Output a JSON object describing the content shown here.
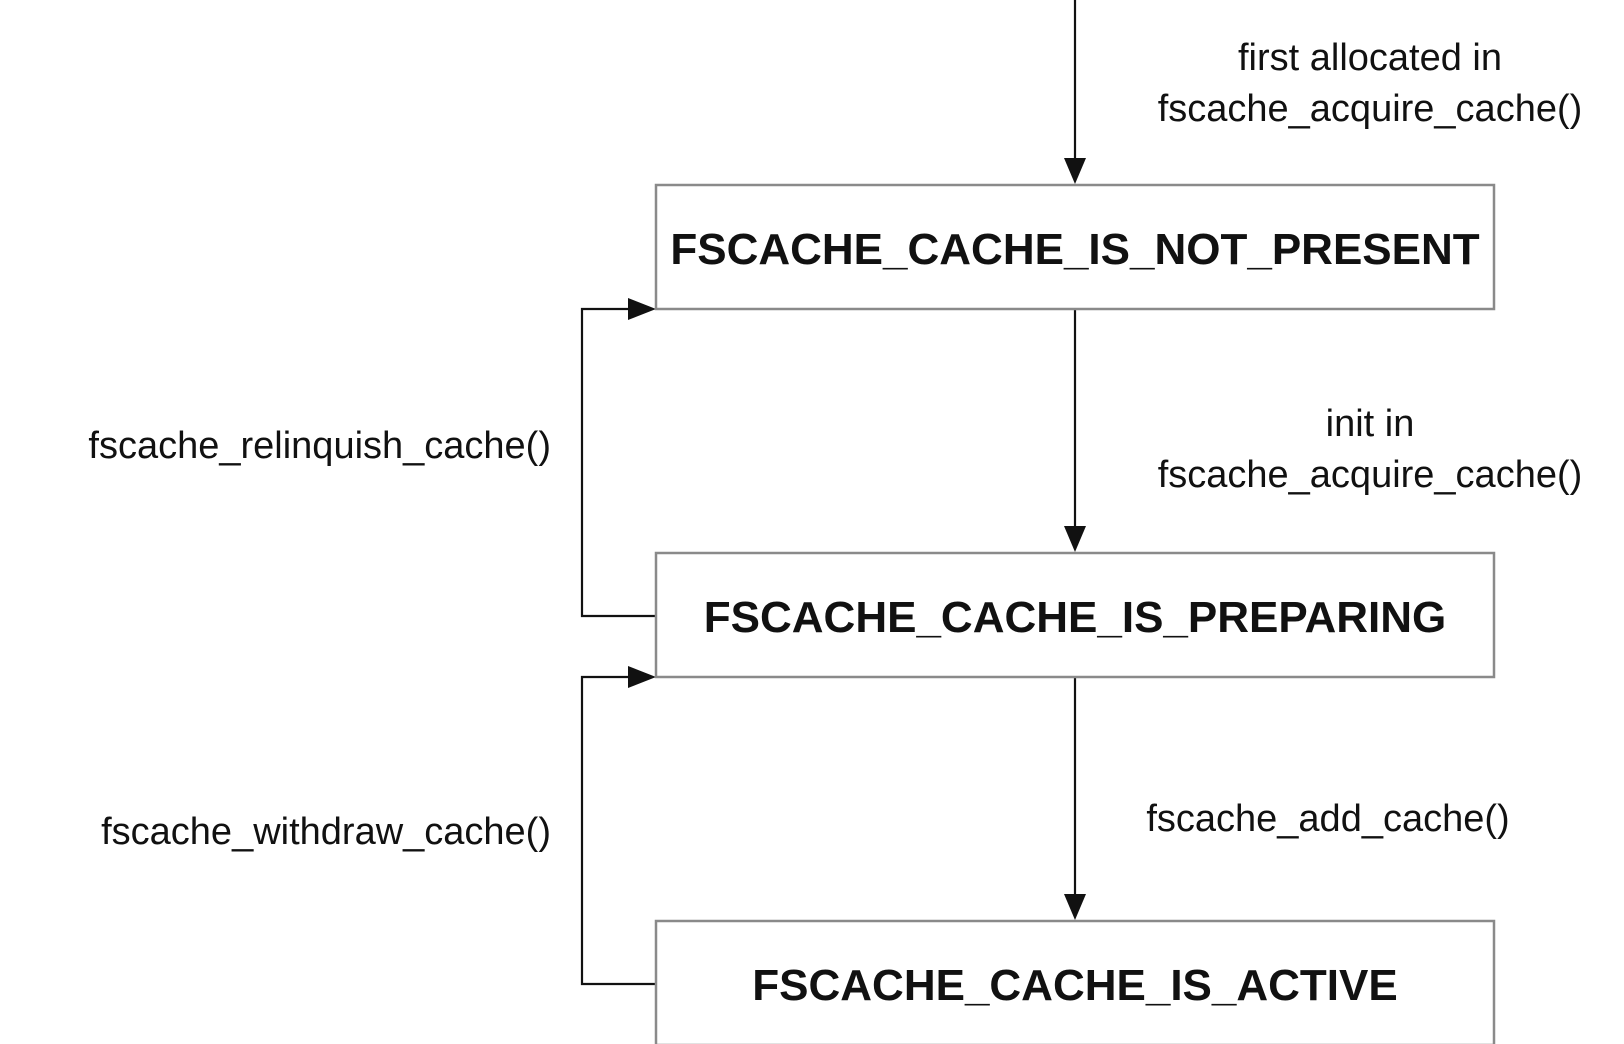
{
  "states": {
    "not_present": "FSCACHE_CACHE_IS_NOT_PRESENT",
    "preparing": "FSCACHE_CACHE_IS_PREPARING",
    "active": "FSCACHE_CACHE_IS_ACTIVE"
  },
  "transitions": {
    "entry": {
      "line1": "first allocated in",
      "line2": "fscache_acquire_cache()"
    },
    "init": {
      "line1": "init in",
      "line2": "fscache_acquire_cache()"
    },
    "add": {
      "line1": "fscache_add_cache()"
    },
    "relinquish": {
      "line1": "fscache_relinquish_cache()"
    },
    "withdraw": {
      "line1": "fscache_withdraw_cache()"
    }
  }
}
